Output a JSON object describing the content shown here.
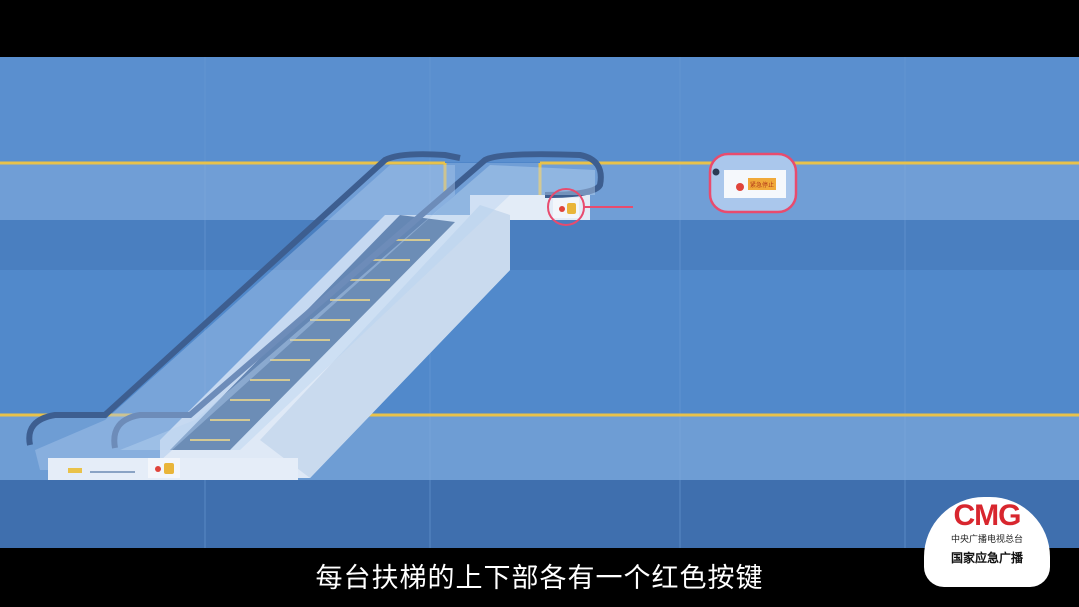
{
  "subtitle": "每台扶梯的上下部各有一个红色按键",
  "logo": {
    "mark": "CMG",
    "line1": "中央广播电视总台",
    "line2": "国家应急广播"
  },
  "upper_panel_label": "紧急停止",
  "colors": {
    "background_blue": "#4f86c9",
    "rail_yellow": "#e9c24a",
    "escalator_body": "#dde8f5",
    "handrail": "#3d5e90",
    "highlight_red": "#e84b6e",
    "stop_button": "#e0443b",
    "subtitle_text": "#ffffff"
  }
}
